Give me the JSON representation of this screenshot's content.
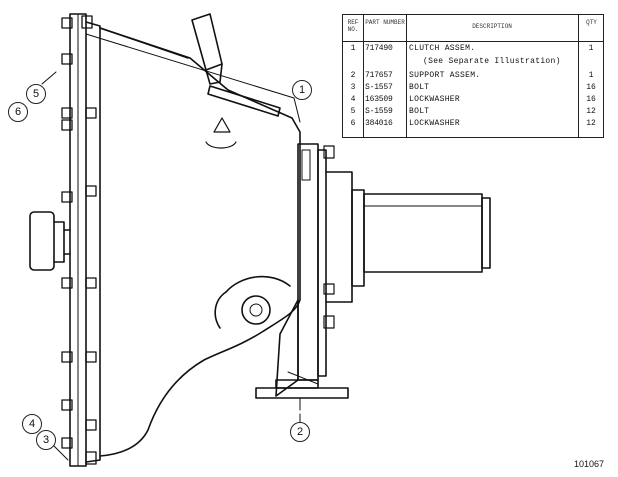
{
  "table": {
    "headers": {
      "no": "REF NO.",
      "part": "PART NUMBER",
      "desc": "DESCRIPTION",
      "qty": "QTY"
    },
    "rows": [
      {
        "no": "1",
        "part": "717490",
        "desc": "CLUTCH ASSEM.",
        "qty": "1"
      },
      {
        "no": "",
        "part": "",
        "desc": "(See Separate Illustration)",
        "qty": ""
      },
      {
        "no": "2",
        "part": "717657",
        "desc": "SUPPORT ASSEM.",
        "qty": "1"
      },
      {
        "no": "3",
        "part": "S-1557",
        "desc": "BOLT",
        "qty": "16"
      },
      {
        "no": "4",
        "part": "163509",
        "desc": "LOCKWASHER",
        "qty": "16"
      },
      {
        "no": "5",
        "part": "S-1559",
        "desc": "BOLT",
        "qty": "12"
      },
      {
        "no": "6",
        "part": "384016",
        "desc": "LOCKWASHER",
        "qty": "12"
      }
    ]
  },
  "callouts": [
    "1",
    "2",
    "3",
    "4",
    "5",
    "6"
  ],
  "figure_id": "101067",
  "colors": {
    "ink": "#111111",
    "paper": "#ffffff"
  }
}
